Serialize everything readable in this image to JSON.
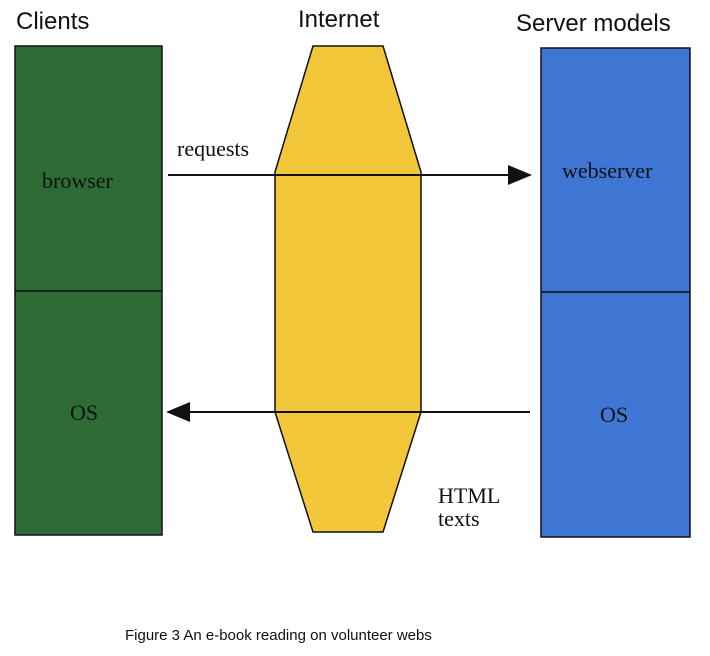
{
  "headings": {
    "clients": "Clients",
    "internet": "Internet",
    "server": "Server models"
  },
  "client": {
    "top": "browser",
    "bottom": "OS"
  },
  "server": {
    "top": "webserver",
    "bottom": "OS"
  },
  "arrows": {
    "request": "requests",
    "response_line1": "HTML",
    "response_line2": "texts"
  },
  "caption": "Figure 3  An e-book reading on volunteer webs",
  "colors": {
    "client": "#2e6b35",
    "internet": "#f2c73a",
    "server": "#3f76d4"
  }
}
